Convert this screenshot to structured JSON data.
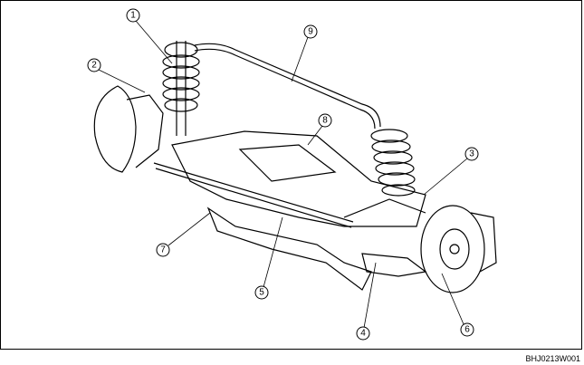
{
  "figure_code": "BHJ0213W001",
  "callouts": [
    {
      "label": "1",
      "part": "coil-spring"
    },
    {
      "label": "2",
      "part": "knuckle"
    },
    {
      "label": "3",
      "part": "upper-arm"
    },
    {
      "label": "4",
      "part": "lower-arm"
    },
    {
      "label": "5",
      "part": "steering-gear"
    },
    {
      "label": "6",
      "part": "disc-brake"
    },
    {
      "label": "7",
      "part": "crossmember-bracket"
    },
    {
      "label": "8",
      "part": "crossmember"
    },
    {
      "label": "9",
      "part": "stabilizer"
    }
  ]
}
